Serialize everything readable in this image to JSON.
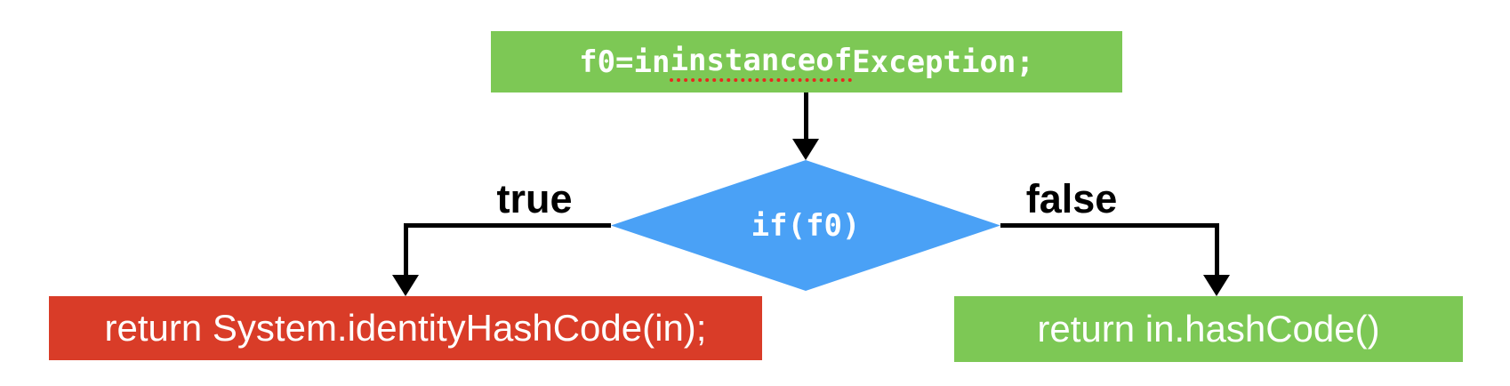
{
  "diagram": {
    "type": "flowchart",
    "nodes": {
      "statement": {
        "text_before": "f0=in ",
        "keyword": "instanceof",
        "text_after": " Exception;",
        "full_text": "f0=in instanceof Exception;",
        "shape": "rectangle",
        "color": "green"
      },
      "decision": {
        "label": "if(f0)",
        "shape": "diamond",
        "color": "blue"
      },
      "true_result": {
        "label": "return System.identityHashCode(in);",
        "shape": "rectangle",
        "color": "red"
      },
      "false_result": {
        "label": "return in.hashCode()",
        "shape": "rectangle",
        "color": "green"
      }
    },
    "edges": {
      "true_branch_label": "true",
      "false_branch_label": "false"
    }
  },
  "colors": {
    "green": "#7dc855",
    "blue": "#4aa1f6",
    "red": "#d93c28",
    "line": "#000000",
    "squiggle": "#e8281e",
    "node-text": "#ffffff",
    "label-text": "#000000"
  }
}
